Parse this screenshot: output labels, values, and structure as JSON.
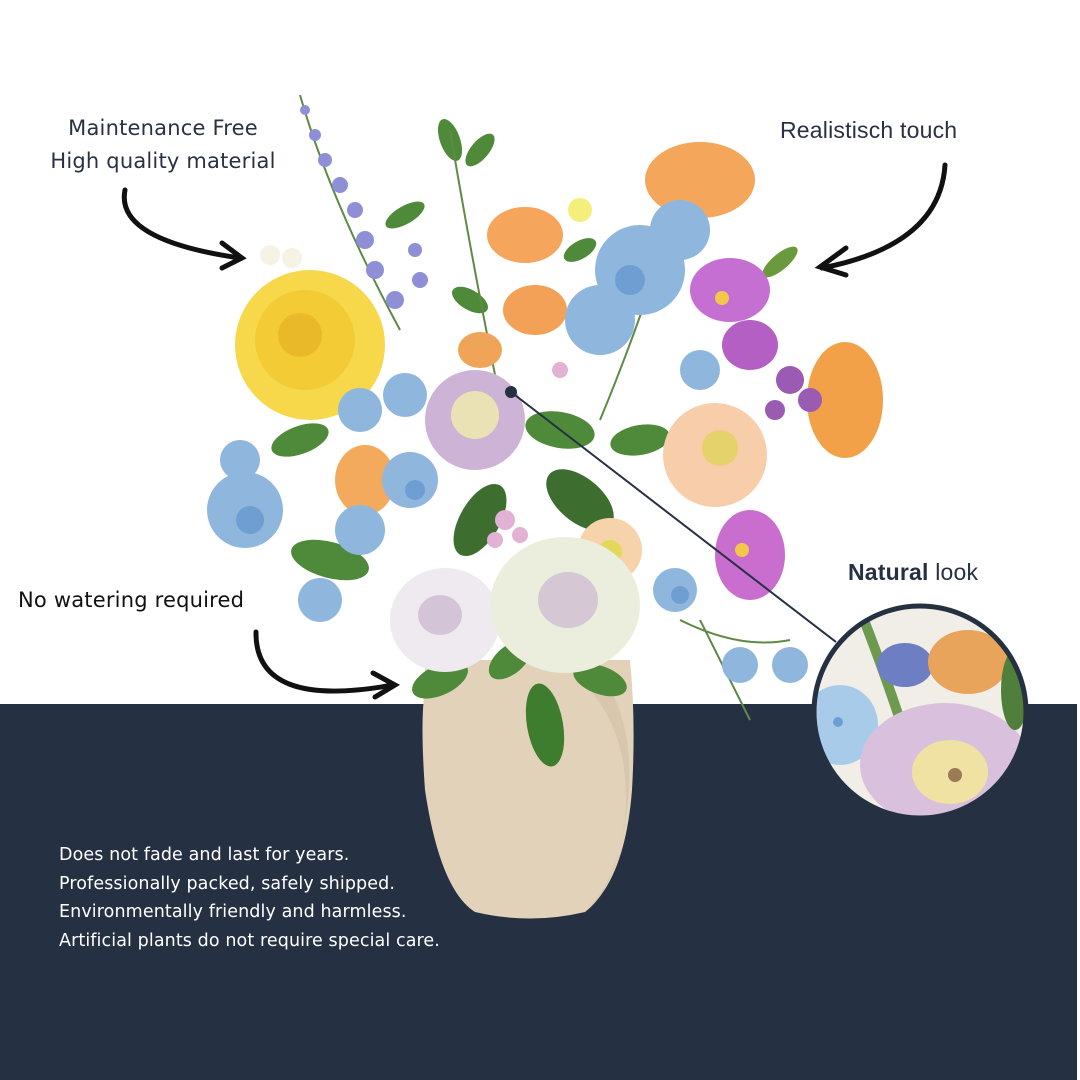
{
  "callouts": {
    "maintenance": {
      "line1": "Maintenance Free",
      "line2": "High quality material"
    },
    "realistic": "Realistisch touch",
    "watering": "No watering required",
    "natural": {
      "bold": "Natural",
      "rest": " look"
    }
  },
  "features": [
    "Does not fade and last for years.",
    "Professionally packed, safely shipped.",
    "Environmentally friendly and harmless.",
    "Artificial plants do not require special care."
  ],
  "product": {
    "image": "artificial-flower-bouquet-in-beige-vase",
    "zoom_detail": "close-up-of-flowers"
  },
  "colors": {
    "band": "#263043",
    "vase": "#e1d0b8",
    "text_dark": "#2a3142",
    "text_light": "#ffffff"
  }
}
